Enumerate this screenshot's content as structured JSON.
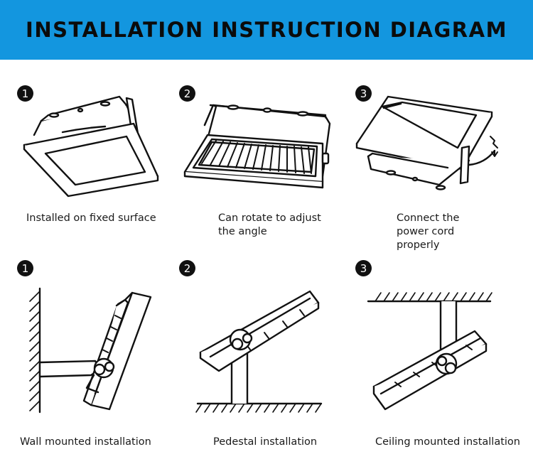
{
  "header": {
    "title": "INSTALLATION INSTRUCTION DIAGRAM"
  },
  "colors": {
    "banner": "#1396df",
    "ink": "#111111"
  },
  "row1": [
    {
      "badge": "1",
      "caption": "Installed on fixed surface",
      "icon": "floodlight-fixed-icon"
    },
    {
      "badge": "2",
      "caption": "Can rotate to adjust the angle",
      "icon": "floodlight-rotate-icon"
    },
    {
      "badge": "3",
      "caption": "Connect the power cord properly",
      "icon": "floodlight-power-cord-icon"
    }
  ],
  "row2": [
    {
      "badge": "1",
      "caption": "Wall mounted installation",
      "icon": "wall-mount-icon"
    },
    {
      "badge": "2",
      "caption": "Pedestal installation",
      "icon": "pedestal-mount-icon"
    },
    {
      "badge": "3",
      "caption": "Ceiling mounted installation",
      "icon": "ceiling-mount-icon"
    }
  ]
}
